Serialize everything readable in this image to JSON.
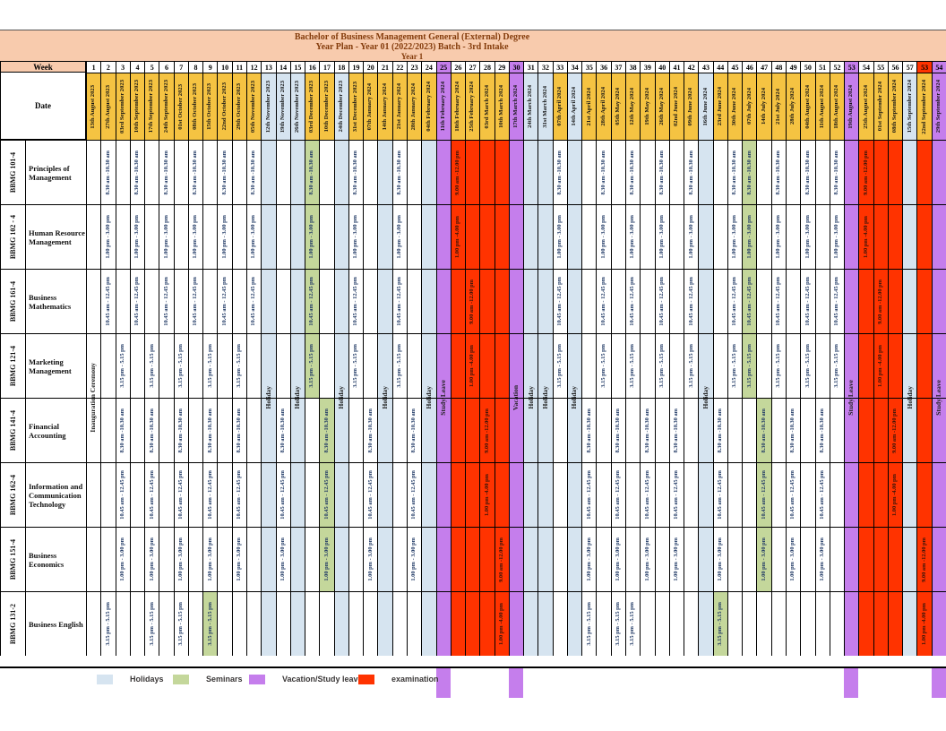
{
  "title": {
    "line1": "Bachelor of Business Management General (External) Degree",
    "line2": "Year Plan - Year 01 (2022/2023) Batch - 3rd Intake",
    "line3": "Year 1"
  },
  "header": {
    "week_label": "Week",
    "date_label": "Date"
  },
  "courses": [
    {
      "code": "BBMG 101-4",
      "name": "Principles of Management"
    },
    {
      "code": "BBMG 102 - 4",
      "name": "Human Resource Management"
    },
    {
      "code": "BBMG 161-4",
      "name": "Business Mathematics"
    },
    {
      "code": "BBMG 121-4",
      "name": "Marketing Management"
    },
    {
      "code": "BBMG 141-4",
      "name": "Financial Accounting"
    },
    {
      "code": "BBMG 162-4",
      "name": "Information and Communication Technology"
    },
    {
      "code": "BBMG 151-4",
      "name": "Business Economics"
    },
    {
      "code": "BBMG 131-2",
      "name": "Business English"
    }
  ],
  "times": {
    "t1": "8.30 am -10.30 am",
    "t2": "10.45 am - 12.45 pm",
    "t3": "1.00 pm - 3.00 pm",
    "t4": "3.15 pm - 5.15 pm",
    "e1": "9.00 am -12.00 pm",
    "e2": "1.00 pm -4.00 pm"
  },
  "colors": {
    "peach": "#F8CBAD",
    "yellow": "#F5C342",
    "blue": "#D6E4F0",
    "green": "#C4D79B",
    "purple": "#C57EEC",
    "red": "#FF3300",
    "white": "#FFFFFF"
  },
  "legend": [
    {
      "label": "Holidays",
      "color": "blue"
    },
    {
      "label": "Seminars",
      "color": "green"
    },
    {
      "label": "Vacation/Study leave",
      "color": "purple"
    },
    {
      "label": "examination",
      "color": "red"
    }
  ],
  "columns": [
    {
      "week": "1",
      "date": "13th August 2023",
      "date_bg": "yellow",
      "label": "Inauguration Ceremony",
      "cells": [
        null,
        null,
        null,
        null,
        null,
        null,
        null,
        null
      ]
    },
    {
      "week": "2",
      "date": "27th August 2023",
      "date_bg": "yellow",
      "cells": [
        "t1",
        "t3",
        "t2",
        null,
        null,
        null,
        null,
        "t4"
      ]
    },
    {
      "week": "3",
      "date": "03rd September 2023",
      "date_bg": "yellow",
      "cells": [
        null,
        null,
        null,
        "t4",
        "t1",
        "t2",
        "t3",
        null
      ]
    },
    {
      "week": "4",
      "date": "10th  September 2023",
      "date_bg": "yellow",
      "cells": [
        "t1",
        "t3",
        "t2",
        null,
        null,
        null,
        null,
        null
      ]
    },
    {
      "week": "5",
      "date": "17th September 2023",
      "date_bg": "yellow",
      "cells": [
        null,
        null,
        null,
        "t4",
        "t1",
        "t2",
        "t3",
        "t4"
      ]
    },
    {
      "week": "6",
      "date": "24th September 2023",
      "date_bg": "yellow",
      "cells": [
        "t1",
        "t3",
        "t2",
        null,
        null,
        null,
        null,
        null
      ]
    },
    {
      "week": "7",
      "date": "01st October 2023",
      "date_bg": "yellow",
      "cells": [
        null,
        null,
        null,
        "t4",
        "t1",
        "t2",
        "t3",
        "t4"
      ]
    },
    {
      "week": "8",
      "date": "08th October 2023",
      "date_bg": "yellow",
      "cells": [
        "t1",
        "t3",
        "t2",
        null,
        null,
        null,
        null,
        null
      ]
    },
    {
      "week": "9",
      "date": "15th October 2023",
      "date_bg": "yellow",
      "cells": [
        null,
        null,
        null,
        "t4",
        "t1",
        "t2",
        "t3",
        {
          "t": "t4",
          "bg": "green"
        }
      ]
    },
    {
      "week": "10",
      "date": "22nd October 2023",
      "date_bg": "yellow",
      "cells": [
        "t1",
        "t3",
        "t2",
        null,
        null,
        null,
        null,
        null
      ]
    },
    {
      "week": "11",
      "date": "29th October 2023",
      "date_bg": "yellow",
      "cells": [
        null,
        null,
        null,
        "t4",
        "t1",
        "t2",
        "t3",
        null
      ]
    },
    {
      "week": "12",
      "date": "05th November 2023",
      "date_bg": "yellow",
      "cells": [
        "t1",
        "t3",
        "t2",
        null,
        null,
        null,
        null,
        null
      ]
    },
    {
      "week": "13",
      "date": "12th November 2023",
      "date_bg": "blue",
      "bg": "blue",
      "label": "Holiday",
      "cells": [
        null,
        null,
        null,
        null,
        null,
        null,
        null,
        null
      ]
    },
    {
      "week": "14",
      "date": "19th November 2023",
      "date_bg": "blue",
      "cells": [
        null,
        null,
        null,
        null,
        "t1",
        "t2",
        "t3",
        null
      ]
    },
    {
      "week": "15",
      "date": "26th November 2023",
      "date_bg": "blue",
      "bg": "blue",
      "label": "Holiday",
      "cells": [
        null,
        null,
        null,
        null,
        null,
        null,
        null,
        null
      ]
    },
    {
      "week": "16",
      "date": "03rd December 2023",
      "date_bg": "yellow",
      "cells": [
        {
          "t": "t1",
          "bg": "green"
        },
        {
          "t": "t3",
          "bg": "green"
        },
        {
          "t": "t2",
          "bg": "green"
        },
        {
          "t": "t4",
          "bg": "green"
        },
        null,
        null,
        null,
        null
      ]
    },
    {
      "week": "17",
      "date": "10th December 2023",
      "date_bg": "yellow",
      "cells": [
        null,
        null,
        null,
        null,
        {
          "t": "t1",
          "bg": "green"
        },
        {
          "t": "t2",
          "bg": "green"
        },
        {
          "t": "t3",
          "bg": "green"
        },
        null
      ]
    },
    {
      "week": "18",
      "date": "24th December 2023",
      "date_bg": "blue",
      "bg": "blue",
      "label": "Holiday",
      "cells": [
        null,
        null,
        null,
        null,
        null,
        null,
        null,
        null
      ]
    },
    {
      "week": "19",
      "date": "31st December 2023",
      "date_bg": "yellow",
      "cells": [
        "t1",
        "t3",
        "t2",
        "t4",
        null,
        null,
        null,
        null
      ]
    },
    {
      "week": "20",
      "date": "07th  January 2024",
      "date_bg": "yellow",
      "cells": [
        null,
        null,
        null,
        null,
        "t1",
        "t2",
        "t3",
        null
      ]
    },
    {
      "week": "21",
      "date": "14th  January 2024",
      "date_bg": "yellow",
      "bg": "blue",
      "label": "Holiday",
      "cells": [
        null,
        null,
        null,
        null,
        null,
        null,
        null,
        null
      ]
    },
    {
      "week": "22",
      "date": "21st January 2024",
      "date_bg": "yellow",
      "cells": [
        "t1",
        "t3",
        "t2",
        "t4",
        null,
        null,
        null,
        null
      ]
    },
    {
      "week": "23",
      "date": "28th  January 2024",
      "date_bg": "yellow",
      "cells": [
        null,
        null,
        null,
        null,
        "t1",
        "t2",
        "t3",
        null
      ]
    },
    {
      "week": "24",
      "date": "04th  February 2024",
      "date_bg": "yellow",
      "bg": "blue",
      "label": "Holiday",
      "cells": [
        null,
        null,
        null,
        null,
        null,
        null,
        null,
        null
      ]
    },
    {
      "week": "25",
      "date": "11th  February 2024",
      "date_bg": "purple",
      "week_bg": "purple",
      "bg": "purple",
      "label": "Study Leave",
      "bleed": true,
      "cells": [
        null,
        null,
        null,
        null,
        null,
        null,
        null,
        null
      ]
    },
    {
      "week": "26",
      "date": "18th  February 2024",
      "date_bg": "yellow",
      "bg": "red",
      "cells": [
        "e1",
        "e2",
        null,
        null,
        null,
        null,
        null,
        null
      ]
    },
    {
      "week": "27",
      "date": "25th  February 2024",
      "date_bg": "yellow",
      "bg": "red",
      "cells": [
        null,
        null,
        "e1",
        "e2",
        null,
        null,
        null,
        null
      ]
    },
    {
      "week": "28",
      "date": "03rd March 2024",
      "date_bg": "yellow",
      "bg": "red",
      "cells": [
        null,
        null,
        null,
        null,
        "e1",
        "e2",
        null,
        null
      ]
    },
    {
      "week": "29",
      "date": "10th March 2024",
      "date_bg": "yellow",
      "bg": "red",
      "cells": [
        null,
        null,
        null,
        null,
        null,
        null,
        "e1",
        "e2"
      ]
    },
    {
      "week": "30",
      "date": "17th March 2024",
      "date_bg": "purple",
      "week_bg": "purple",
      "bg": "purple",
      "label": "Vacation",
      "bleed": true,
      "cells": [
        null,
        null,
        null,
        null,
        null,
        null,
        null,
        null
      ]
    },
    {
      "week": "31",
      "date": "24th March 2024",
      "date_bg": "blue",
      "bg": "blue",
      "label": "Holiday",
      "cells": [
        null,
        null,
        null,
        null,
        null,
        null,
        null,
        null
      ]
    },
    {
      "week": "32",
      "date": "31st March 2024",
      "date_bg": "blue",
      "bg": "blue",
      "label": "Holiday",
      "cells": [
        null,
        null,
        null,
        null,
        null,
        null,
        null,
        null
      ]
    },
    {
      "week": "33",
      "date": "07th April 2024",
      "date_bg": "yellow",
      "cells": [
        "t1",
        "t3",
        "t2",
        "t4",
        null,
        null,
        null,
        null
      ]
    },
    {
      "week": "34",
      "date": "14th April 2024",
      "date_bg": "blue",
      "bg": "blue",
      "label": "Holiday",
      "cells": [
        null,
        null,
        null,
        null,
        null,
        null,
        null,
        null
      ]
    },
    {
      "week": "35",
      "date": "21st April 2024",
      "date_bg": "yellow",
      "cells": [
        null,
        null,
        null,
        null,
        "t1",
        "t2",
        "t3",
        "t4"
      ]
    },
    {
      "week": "36",
      "date": "28th April 2024",
      "date_bg": "yellow",
      "cells": [
        "t1",
        "t3",
        "t2",
        "t4",
        null,
        null,
        null,
        null
      ]
    },
    {
      "week": "37",
      "date": "05th May 2024",
      "date_bg": "yellow",
      "cells": [
        null,
        null,
        null,
        null,
        "t1",
        "t2",
        "t3",
        "t4"
      ]
    },
    {
      "week": "38",
      "date": "12th May 2024",
      "date_bg": "yellow",
      "cells": [
        "t1",
        "t3",
        "t2",
        "t4",
        null,
        null,
        null,
        "t4"
      ]
    },
    {
      "week": "39",
      "date": "19th May 2024",
      "date_bg": "yellow",
      "cells": [
        null,
        null,
        null,
        null,
        "t1",
        "t2",
        "t3",
        null
      ]
    },
    {
      "week": "40",
      "date": "26th May 2024",
      "date_bg": "yellow",
      "cells": [
        "t1",
        "t3",
        "t2",
        "t4",
        null,
        null,
        null,
        null
      ]
    },
    {
      "week": "41",
      "date": "02nd June 2024",
      "date_bg": "yellow",
      "cells": [
        null,
        null,
        null,
        null,
        "t1",
        "t2",
        "t3",
        null
      ]
    },
    {
      "week": "42",
      "date": "09th June 2024",
      "date_bg": "yellow",
      "cells": [
        "t1",
        "t3",
        "t2",
        "t4",
        null,
        null,
        null,
        null
      ]
    },
    {
      "week": "43",
      "date": "16th June 2024",
      "date_bg": "blue",
      "bg": "blue",
      "label": "Holiday",
      "cells": [
        null,
        null,
        null,
        null,
        null,
        null,
        null,
        null
      ]
    },
    {
      "week": "44",
      "date": "23rd June 2024",
      "date_bg": "yellow",
      "cells": [
        null,
        null,
        null,
        null,
        "t1",
        "t2",
        "t3",
        {
          "t": "t4",
          "bg": "green"
        }
      ]
    },
    {
      "week": "45",
      "date": "30th June 2024",
      "date_bg": "yellow",
      "cells": [
        "t1",
        "t3",
        "t2",
        "t4",
        null,
        null,
        null,
        null
      ]
    },
    {
      "week": "46",
      "date": "07th July 2024",
      "date_bg": "yellow",
      "cells": [
        {
          "t": "t1",
          "bg": "green"
        },
        {
          "t": "t3",
          "bg": "green"
        },
        {
          "t": "t2",
          "bg": "green"
        },
        {
          "t": "t4",
          "bg": "green"
        },
        null,
        null,
        null,
        null
      ]
    },
    {
      "week": "47",
      "date": "14th July 2024",
      "date_bg": "yellow",
      "cells": [
        null,
        null,
        null,
        null,
        {
          "t": "t1",
          "bg": "green"
        },
        {
          "t": "t2",
          "bg": "green"
        },
        {
          "t": "t3",
          "bg": "green"
        },
        null
      ]
    },
    {
      "week": "48",
      "date": "21st July 2024",
      "date_bg": "yellow",
      "cells": [
        "t1",
        "t3",
        "t2",
        "t4",
        null,
        null,
        null,
        null
      ]
    },
    {
      "week": "49",
      "date": "28th July 2024",
      "date_bg": "yellow",
      "cells": [
        null,
        null,
        null,
        null,
        "t1",
        "t2",
        "t3",
        null
      ]
    },
    {
      "week": "50",
      "date": "04th August 2024",
      "date_bg": "yellow",
      "cells": [
        "t1",
        "t3",
        "t2",
        "t4",
        null,
        null,
        null,
        null
      ]
    },
    {
      "week": "51",
      "date": "11th August 2024",
      "date_bg": "yellow",
      "cells": [
        null,
        null,
        null,
        null,
        "t1",
        "t2",
        "t3",
        null
      ]
    },
    {
      "week": "52",
      "date": "18th August 2024",
      "date_bg": "yellow",
      "cells": [
        "t1",
        "t3",
        "t2",
        "t4",
        null,
        null,
        null,
        null
      ]
    },
    {
      "week": "53",
      "date": "19th August 2024",
      "date_bg": "purple",
      "week_bg": "purple",
      "bg": "purple",
      "label": "Study Leave",
      "bleed": true,
      "cells": [
        null,
        null,
        null,
        null,
        null,
        null,
        null,
        null
      ]
    },
    {
      "week": "54",
      "date": "25th August 2024",
      "date_bg": "yellow",
      "bg": "red",
      "cells": [
        "e1",
        "e2",
        null,
        null,
        null,
        null,
        null,
        null
      ]
    },
    {
      "week": "55",
      "date": "01st Septembr 2024",
      "date_bg": "yellow",
      "bg": "red",
      "cells": [
        null,
        null,
        "e1",
        "e2",
        null,
        null,
        null,
        null
      ]
    },
    {
      "week": "56",
      "date": "08th September 2024",
      "date_bg": "yellow",
      "bg": "red",
      "cells": [
        null,
        null,
        null,
        null,
        "e1",
        "e2",
        null,
        null
      ]
    },
    {
      "week": "57",
      "date": "15th September 2024",
      "date_bg": "blue",
      "bg": "blue",
      "label": "Holiday",
      "cells": [
        null,
        null,
        null,
        null,
        null,
        null,
        null,
        null
      ]
    },
    {
      "week": "53",
      "date": "22nd September 2024",
      "date_bg": "yellow",
      "week_bg": "red",
      "bg": "red",
      "cells": [
        null,
        null,
        null,
        null,
        null,
        null,
        "e1",
        "e2"
      ]
    },
    {
      "week": "54",
      "date": "29th September 2024",
      "date_bg": "purple",
      "week_bg": "purple",
      "bg": "purple",
      "label": "Study Leave",
      "bleed": true,
      "cells": [
        null,
        null,
        null,
        null,
        null,
        null,
        null,
        null
      ]
    }
  ]
}
